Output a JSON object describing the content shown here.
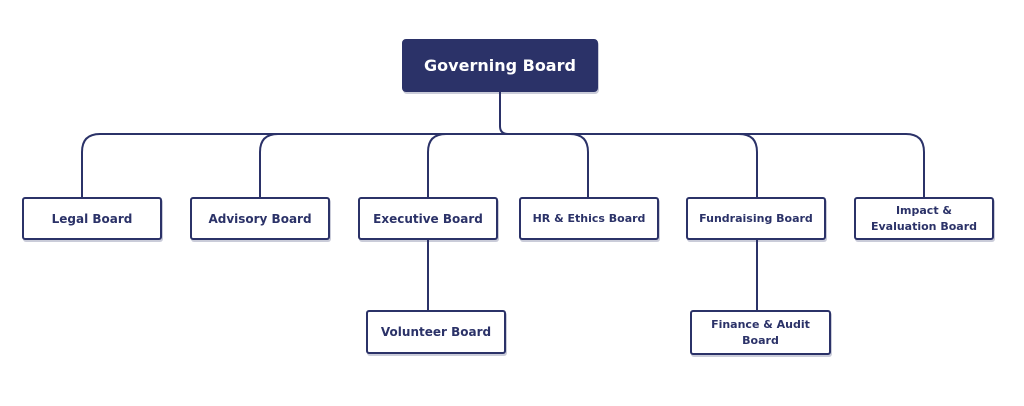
{
  "diagram": {
    "root": {
      "label": "Governing Board"
    },
    "boards": [
      {
        "label": "Legal Board"
      },
      {
        "label": "Advisory Board"
      },
      {
        "label": "Executive Board"
      },
      {
        "label": "HR & Ethics Board"
      },
      {
        "label": "Fundraising Board"
      },
      {
        "label": "Impact &\nEvaluation Board"
      }
    ],
    "sub_boards": [
      {
        "label": "Volunteer Board",
        "parent": "Executive Board"
      },
      {
        "label": "Finance & Audit\nBoard",
        "parent": "Fundraising Board"
      }
    ]
  },
  "colors": {
    "primary": "#2b3268",
    "background": "#ffffff"
  }
}
